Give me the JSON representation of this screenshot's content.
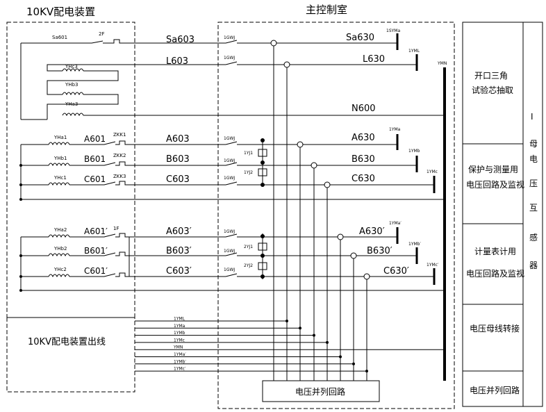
{
  "header": {
    "left_title": "10KV配电装置",
    "right_title": "主控制室",
    "outgoing_label": "10KV配电装置出线",
    "parallel_label": "电压并列回路"
  },
  "right_panel": {
    "rows": [
      "开口三角\n试验芯抽取",
      "保护与测量用\n电压回路及监视",
      "计量表计用\n电压回路及监视",
      "电压母线转接",
      "电压并列回路"
    ],
    "side_chars": [
      "I",
      "母",
      "电",
      "压",
      "互",
      "感",
      "器"
    ]
  },
  "left_lines": {
    "sa601": "Sa601",
    "twoF": "2F",
    "yhc3": "YHc3",
    "yhb3": "YHb3",
    "yha3": "YHa3",
    "yha1": "YHa1",
    "yhb1": "YHb1",
    "yhc1": "YHc1",
    "a601": "A601",
    "b601": "B601",
    "c601": "C601",
    "zkk1": "ZKK1",
    "zkk2": "ZKK2",
    "zkk3": "ZKK3",
    "yha2": "YHa2",
    "yhb2": "YHb2",
    "yhc2": "YHc2",
    "a601p": "A601′",
    "b601p": "B601′",
    "c601p": "C601′",
    "oneF": "1F"
  },
  "mid_lines": {
    "sa603": "Sa603",
    "l603": "L603",
    "a603": "A603",
    "b603": "B603",
    "c603": "C603",
    "a603p": "A603′",
    "b603p": "B603′",
    "c603p": "C603′",
    "gwj": "1GWJ",
    "yj1": "1YJ1",
    "yj2": "1YJ2",
    "yj1b": "2YJ1",
    "yj2b": "2YJ2"
  },
  "right_lines": {
    "sa630": "Sa630",
    "l630": "L630",
    "n600": "N600",
    "a630": "A630",
    "b630": "B630",
    "c630": "C630",
    "a630p": "A630′",
    "b630p": "B630′",
    "c630p": "C630′",
    "sym_a": "1SYMa",
    "yml": "1YML",
    "ymn": "YMN",
    "yma": "1YMa",
    "ymb": "1YMb",
    "ymc": "1YMc",
    "yma_p": "1YMa′",
    "ymb_p": "1YMb′",
    "ymc_p": "1YMc′"
  },
  "outgoing_bus": [
    "1YML",
    "1YMa",
    "1YMb",
    "1YMc",
    "YMN",
    "1YMa′",
    "1YMb′",
    "1YMc′"
  ]
}
